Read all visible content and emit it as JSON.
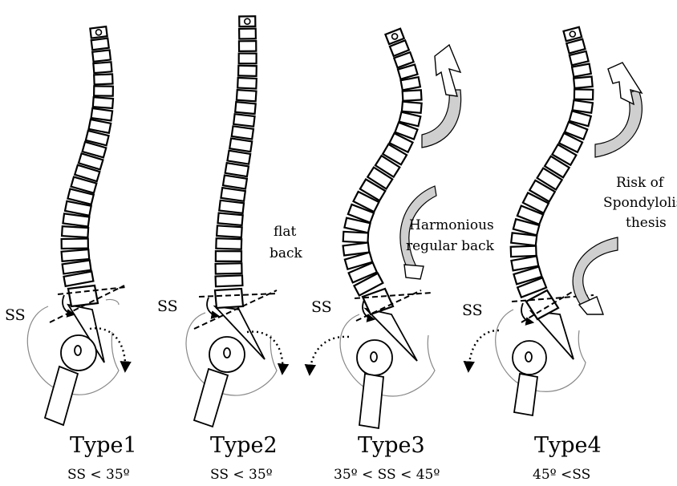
{
  "panels": [
    {
      "id": "type1",
      "title": "Type1",
      "ss_label": "SS",
      "formula": "SS < 35º",
      "rotation": "clockwise"
    },
    {
      "id": "type2",
      "title": "Type2",
      "ss_label": "SS",
      "formula": "SS < 35º",
      "rotation": "clockwise",
      "note": [
        "flat",
        "back"
      ]
    },
    {
      "id": "type3",
      "title": "Type3",
      "ss_label": "SS",
      "formula": "35º < SS < 45º",
      "rotation": "counter-clockwise",
      "note": [
        "Harmonious",
        "regular back"
      ]
    },
    {
      "id": "type4",
      "title": "Type4",
      "ss_label": "SS",
      "formula": "45º <SS",
      "rotation": "counter-clockwise",
      "note": [
        "Risk of",
        "Spondylolis-",
        "thesis"
      ]
    }
  ]
}
